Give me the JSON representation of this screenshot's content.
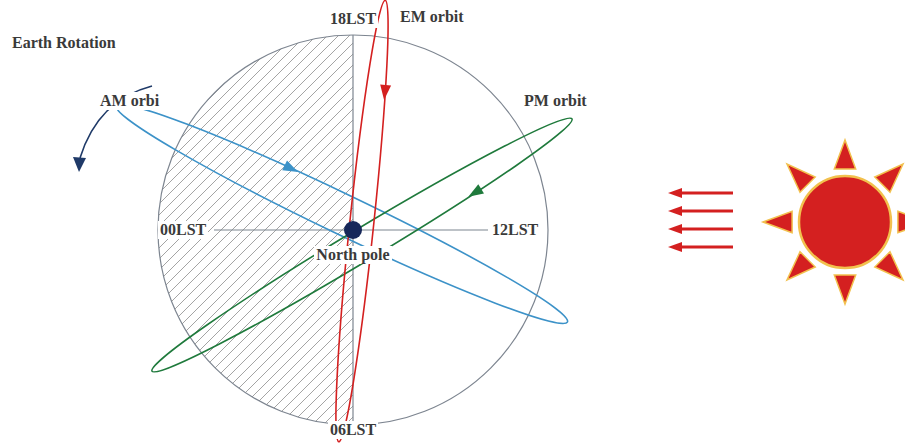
{
  "diagram": {
    "labels": [
      "Earth Rotation",
      "18LST",
      "EM orbit",
      "AM orbi",
      "PM orbit",
      "00LST",
      "North pole",
      "12LST",
      "06LST"
    ]
  }
}
